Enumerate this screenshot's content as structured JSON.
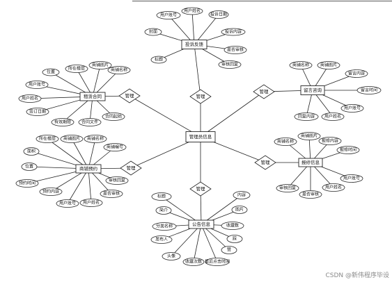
{
  "watermark": "CSDN @新伟程序毕设",
  "center": {
    "label": "管理员信息"
  },
  "entities": [
    {
      "key": "complaint",
      "label": "投诉反馈",
      "attributes": [
        "用户账号",
        "用户姓名",
        "投诉日期",
        "封面",
        "投诉内容",
        "是否审核",
        "审核回复",
        "标题"
      ]
    },
    {
      "key": "message",
      "label": "留言咨询",
      "attributes": [
        "商铺名称",
        "商铺图片",
        "留言内容",
        "留言时间",
        "用户账号",
        "用户姓名",
        "回复内容"
      ]
    },
    {
      "key": "contract",
      "label": "租赁合同",
      "attributes": [
        "所在楼层",
        "商铺图片",
        "商铺名称",
        "位置",
        "用户账号",
        "用户姓名",
        "签订日期",
        "合同起始",
        "合同文件",
        "有效期限"
      ]
    },
    {
      "key": "reserve",
      "label": "商铺预约",
      "attributes": [
        "所在楼层",
        "商铺图片",
        "商铺名称",
        "商铺编号",
        "面积",
        "位置",
        "预约时间",
        "预约内容",
        "用户账号",
        "用户姓名",
        "是否审核",
        "审核回复"
      ]
    },
    {
      "key": "repair",
      "label": "报修信息",
      "attributes": [
        "商铺名称",
        "商铺图片",
        "报修内容",
        "报修时间",
        "用户账号",
        "用户姓名",
        "是否审核",
        "审核回复"
      ]
    },
    {
      "key": "notice",
      "label": "公告信息",
      "attributes": [
        "标题",
        "简介",
        "分类名称",
        "发布人",
        "头像",
        "收藏次数",
        "最近点击时间",
        "赞",
        "踩",
        "收藏数",
        "图片",
        "内容"
      ]
    }
  ],
  "relations": [
    {
      "key": "complaint",
      "label": "管理"
    },
    {
      "key": "message",
      "label": "管理"
    },
    {
      "key": "contract",
      "label": "管理"
    },
    {
      "key": "reserve",
      "label": "管理"
    },
    {
      "key": "repair",
      "label": "管理"
    },
    {
      "key": "notice",
      "label": "管理"
    }
  ]
}
